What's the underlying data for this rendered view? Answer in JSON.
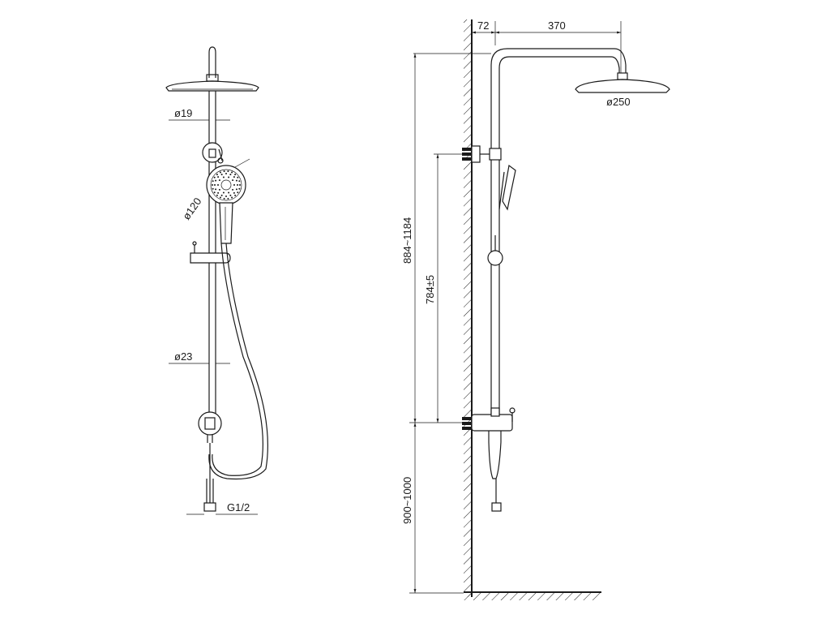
{
  "front_view": {
    "dim_head_pipe": "ø19",
    "dim_hand_shower": "ø120",
    "dim_main_pipe": "ø23",
    "dim_inlet": "G1/2"
  },
  "side_view": {
    "dim_wall_offset": "72",
    "dim_arm_length": "370",
    "dim_head_diameter": "ø250",
    "dim_total_height_range": "884~1184",
    "dim_bracket_spacing": "784±5",
    "dim_mount_height": "900~1000"
  }
}
